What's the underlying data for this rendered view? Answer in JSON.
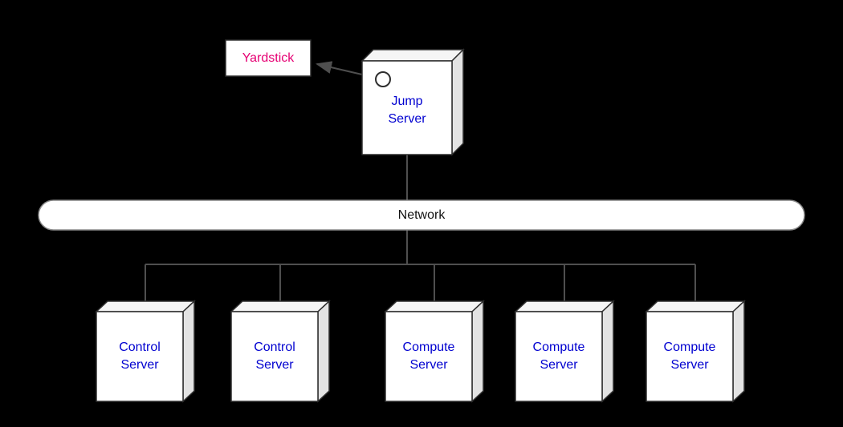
{
  "diagram": {
    "nodes": {
      "yardstick": {
        "label": "Yardstick"
      },
      "jump_server": {
        "label": "Jump Server"
      },
      "network": {
        "label": "Network"
      },
      "servers": [
        {
          "label": "Control Server"
        },
        {
          "label": "Control Server"
        },
        {
          "label": "Compute Server"
        },
        {
          "label": "Compute Server"
        },
        {
          "label": "Compute Server"
        }
      ]
    },
    "edges": [
      {
        "from": "Jump Server",
        "to": "Yardstick",
        "style": "arrow"
      },
      {
        "from": "Jump Server",
        "to": "Network",
        "style": "line"
      },
      {
        "from": "Network",
        "to": "Control Server 1",
        "style": "line"
      },
      {
        "from": "Network",
        "to": "Control Server 2",
        "style": "line"
      },
      {
        "from": "Network",
        "to": "Compute Server 1",
        "style": "line"
      },
      {
        "from": "Network",
        "to": "Compute Server 2",
        "style": "line"
      },
      {
        "from": "Network",
        "to": "Compute Server 3",
        "style": "line"
      }
    ],
    "colors": {
      "background": "#000000",
      "node_fill": "#ffffff",
      "node_top_fill": "#f5f5f5",
      "node_side_fill": "#e3e3e3",
      "node_border": "#2e2e2e",
      "pill_border": "#8a8a8a",
      "edge": "#4f4f4f",
      "server_label": "#0000d0",
      "yardstick_label": "#e60073",
      "network_label": "#111111"
    }
  }
}
